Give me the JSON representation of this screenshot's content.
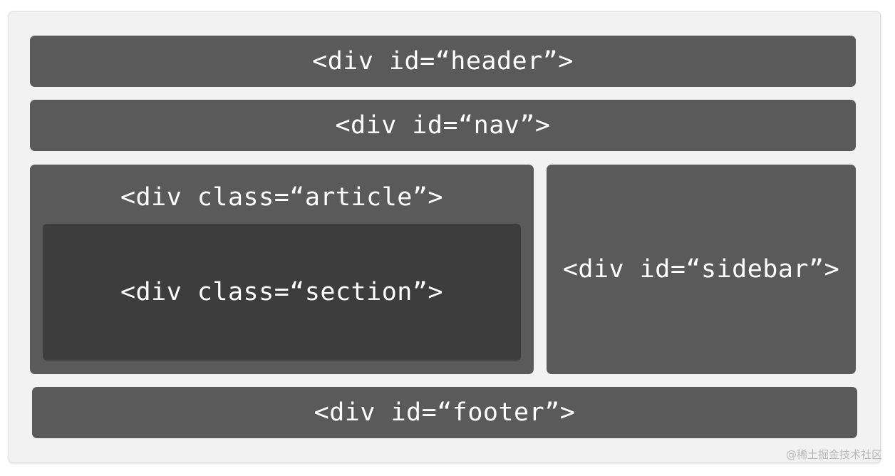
{
  "boxes": {
    "header": "<div id=“header”>",
    "nav": "<div id=“nav”>",
    "article": "<div class=“article”>",
    "section": "<div class=“section”>",
    "sidebar": "<div id=“sidebar”>",
    "footer": "<div id=“footer”>"
  },
  "watermark": "@稀土掘金技术社区",
  "colors": {
    "frame": "#f2f2f2",
    "box": "#5a5a5a",
    "nested_box": "#3d3d3d",
    "text": "#ffffff"
  }
}
